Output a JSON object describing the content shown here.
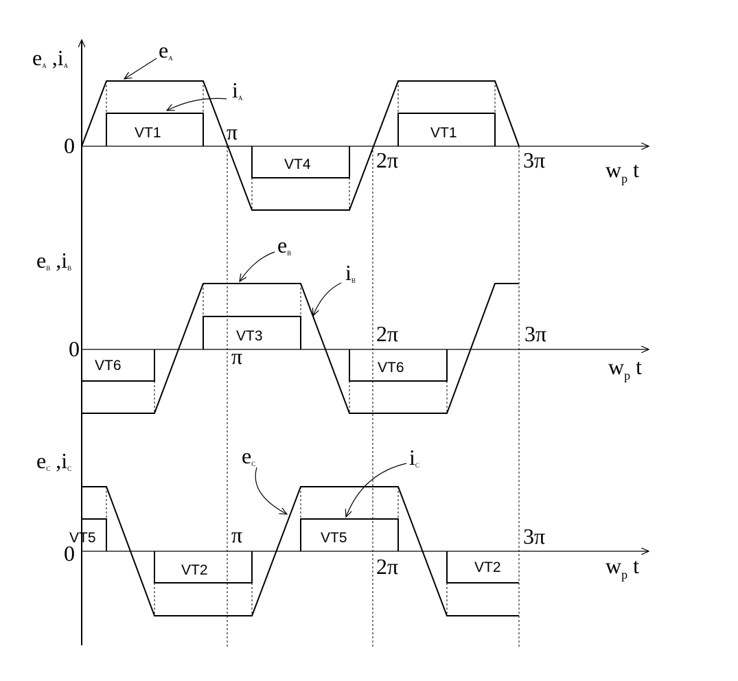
{
  "panels": [
    {
      "e_symbol": "e",
      "i_symbol": "i",
      "sub": "A",
      "zero": "0",
      "time_label_main": "w",
      "time_label_sub": "p",
      "time_label_var": "t",
      "pulses_pos": [
        "VT1",
        "VT1"
      ],
      "pulses_neg": [
        "VT4"
      ],
      "pi_labels": [
        "π",
        "2π",
        "3π"
      ]
    },
    {
      "e_symbol": "e",
      "i_symbol": "i",
      "sub": "B",
      "zero": "0",
      "time_label_main": "w",
      "time_label_sub": "p",
      "time_label_var": "t",
      "pulses_pos": [
        "VT3"
      ],
      "pulses_neg": [
        "VT6",
        "VT6"
      ],
      "pi_labels": [
        "π",
        "2π",
        "3π"
      ]
    },
    {
      "e_symbol": "e",
      "i_symbol": "i",
      "sub": "C",
      "zero": "0",
      "time_label_main": "w",
      "time_label_sub": "p",
      "time_label_var": "t",
      "pulses_pos": [
        "VT5",
        "VT5"
      ],
      "pulses_neg": [
        "VT2",
        "VT2"
      ],
      "pi_labels": [
        "π",
        "2π",
        "3π"
      ]
    }
  ]
}
